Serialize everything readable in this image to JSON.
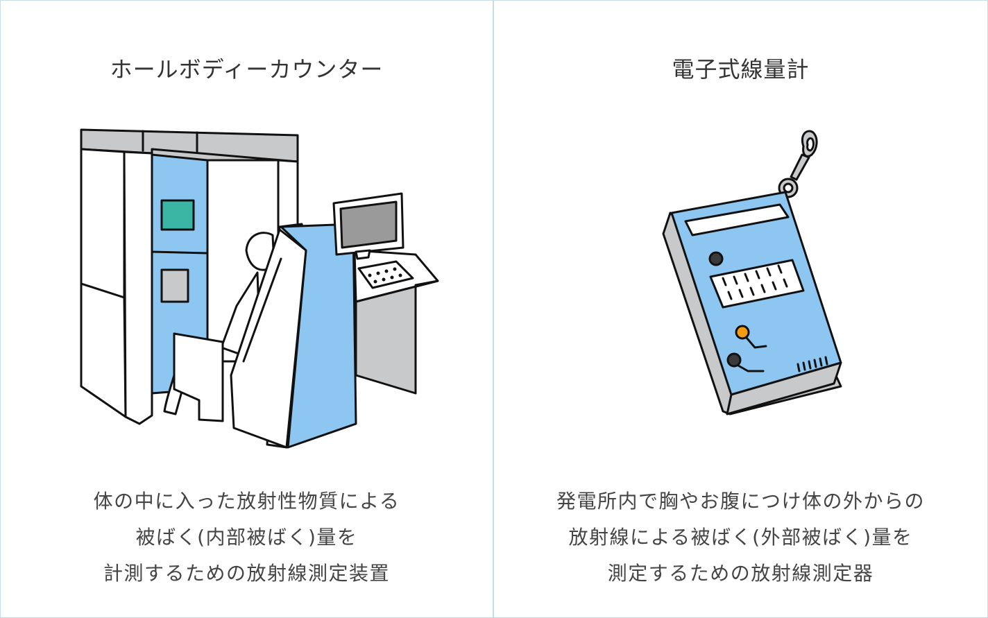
{
  "colors": {
    "outline": "#111111",
    "blue": "#8dc6f0",
    "gray": "#c8c9cb",
    "teal": "#3bb5a4",
    "screen": "#9a9a9a",
    "orange": "#f39c12",
    "dark_button": "#3a3a3a",
    "divider": "#c7dbe6"
  },
  "left_panel": {
    "title": "ホールボディーカウンター",
    "illustration_icon": "whole-body-counter-icon",
    "description": [
      "体の中に入った放射性物質による",
      "被ばく(内部被ばく)量を",
      "計測するための放射線測定装置"
    ]
  },
  "right_panel": {
    "title": "電子式線量計",
    "illustration_icon": "electronic-dosimeter-icon",
    "description": [
      "発電所内で胸やお腹につけ体の外からの",
      "放射線による被ばく(外部被ばく)量を",
      "測定するための放射線測定器"
    ]
  }
}
